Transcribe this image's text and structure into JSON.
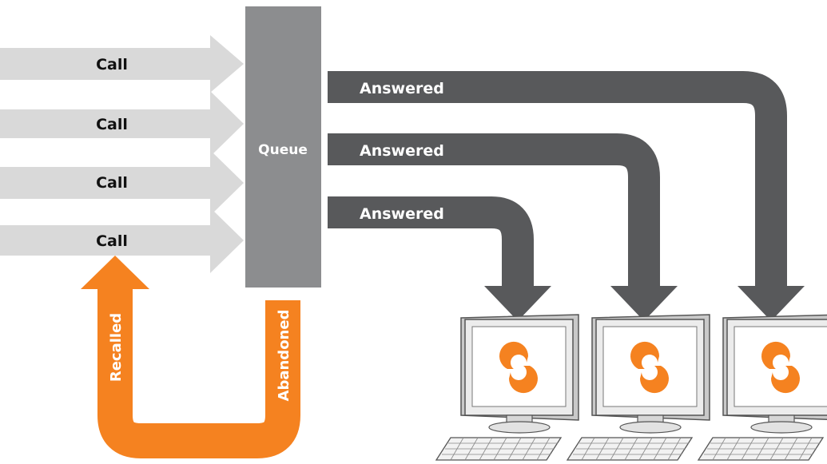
{
  "calls": [
    "Call",
    "Call",
    "Call",
    "Call"
  ],
  "queue": {
    "label": "Queue"
  },
  "answered": [
    "Answered",
    "Answered",
    "Answered"
  ],
  "recalled_label": "Recalled",
  "abandoned_label": "Abandoned",
  "agents": [
    {
      "icon": "swirl-logo-icon"
    },
    {
      "icon": "swirl-logo-icon"
    },
    {
      "icon": "swirl-logo-icon"
    }
  ],
  "colors": {
    "call_arrow": "#d9d9d9",
    "queue": "#8c8d8f",
    "answered_arrow": "#58595b",
    "loop_arrow": "#f58220",
    "logo": "#f58220"
  }
}
